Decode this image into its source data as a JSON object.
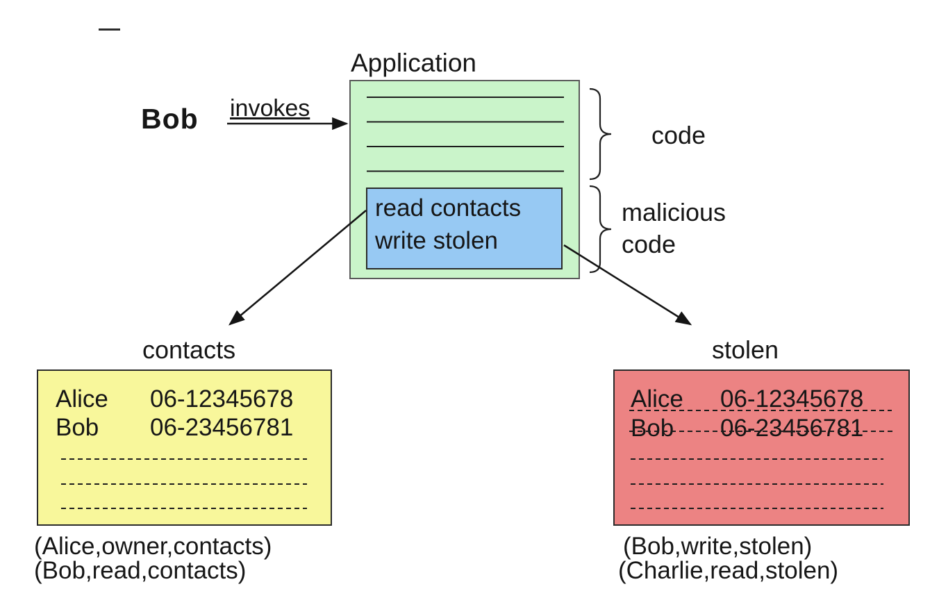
{
  "actor": "Bob",
  "invoke_label": "invokes",
  "application": {
    "title": "Application",
    "code_label": "code",
    "malicious_label": "malicious code",
    "malicious_box": {
      "line1": "read contacts",
      "line2": "write stolen"
    }
  },
  "contacts": {
    "title": "contacts",
    "rows": [
      {
        "name": "Alice",
        "phone": "06-12345678"
      },
      {
        "name": "Bob",
        "phone": "06-23456781"
      }
    ],
    "acl": [
      "(Alice,owner,contacts)",
      "(Bob,read,contacts)"
    ]
  },
  "stolen": {
    "title": "stolen",
    "rows": [
      {
        "name": "Alice",
        "phone": "06-12345678"
      },
      {
        "name": "Bob",
        "phone": "06-23456781"
      }
    ],
    "acl": [
      "(Bob,write,stolen)",
      "(Charlie,read,stolen)"
    ]
  },
  "colors": {
    "application_fill": "#caf4ca",
    "malicious_fill": "#97c9f3",
    "contacts_fill": "#f8f79b",
    "stolen_fill": "#ec8383"
  }
}
